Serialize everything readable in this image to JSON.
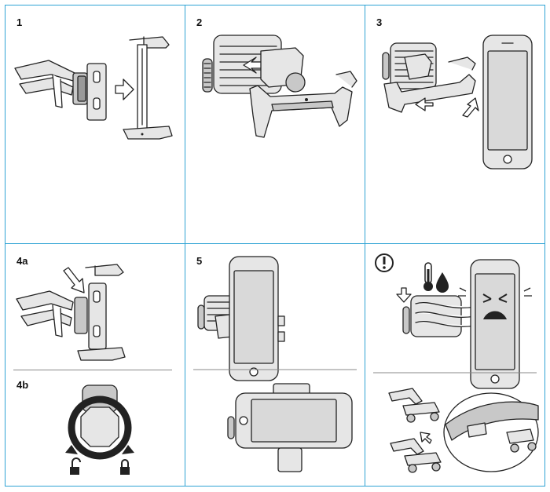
{
  "steps": {
    "s1": "1",
    "s2": "2",
    "s3": "3",
    "s4a": "4a",
    "s4b": "4b",
    "s5": "5"
  },
  "icons": {
    "warning": "exclamation-circle-icon",
    "thermometer": "thermometer-icon",
    "drop": "water-drop-icon",
    "unlock": "unlock-icon",
    "lock": "lock-icon"
  },
  "colors": {
    "panel_border": "#2ea3d4",
    "line": "#222222",
    "gray_light": "#e6e6e6",
    "gray_mid": "#c8c8c8"
  }
}
